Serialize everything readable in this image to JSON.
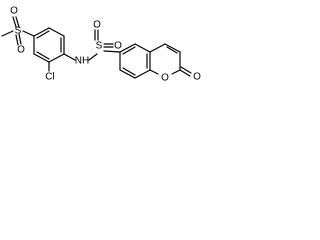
{
  "molecule": {
    "atoms": {
      "s_sulfonyl_methyl": "S",
      "o_methyl_1": "O",
      "o_methyl_2": "O",
      "s_sulfonamide": "S",
      "o_sulfonamide_1": "O",
      "o_sulfonamide_2": "O",
      "nh": "NH",
      "cl": "Cl",
      "o_ring": "O",
      "o_carbonyl": "O"
    }
  }
}
